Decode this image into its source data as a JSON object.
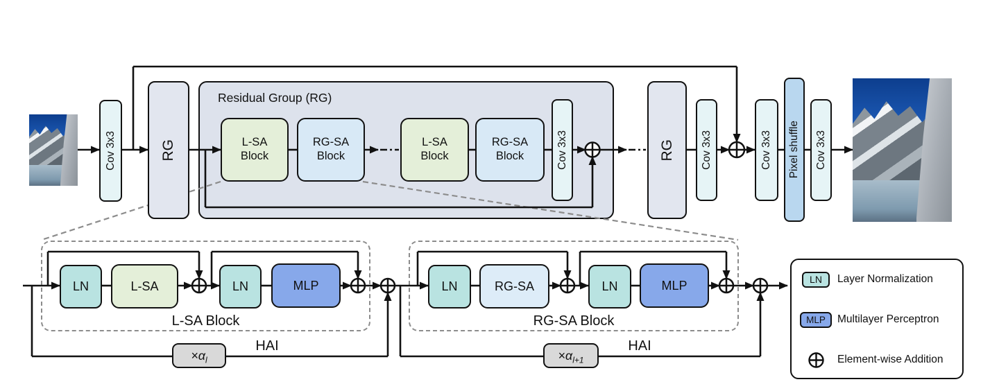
{
  "figure": {
    "conv_label": "Cov 3x3",
    "rg_label": "RG",
    "group_title": "Residual Group (RG)",
    "lsa_block_label": "L-SA\nBlock",
    "rgsa_block_label": "RG-SA\nBlock",
    "pixel_shuffle_label": "Pixel shuffle"
  },
  "lsa_detail": {
    "ln1": "LN",
    "core": "L-SA",
    "ln2": "LN",
    "mlp": "MLP",
    "title": "L-SA Block",
    "alpha_prefix": "×α",
    "alpha_sub": "l",
    "hai_label": "HAI"
  },
  "rgsa_detail": {
    "ln1": "LN",
    "core": "RG-SA",
    "ln2": "LN",
    "mlp": "MLP",
    "title": "RG-SA Block",
    "alpha_prefix": "×α",
    "alpha_sub": "l+1",
    "hai_label": "HAI"
  },
  "legend": {
    "items": [
      {
        "chip": "LN",
        "label": "Layer Normalization"
      },
      {
        "chip": "MLP",
        "label": "Multilayer Perceptron"
      },
      {
        "chip": "⊕",
        "label": "Element-wise Addition"
      }
    ]
  },
  "colors": {
    "conv": "#e6f4f6",
    "rg": "#e2e6ef",
    "group": "#dde2ec",
    "lsa": "#e4efd9",
    "rgsa": "#d8e9f6",
    "pixel_shuffle": "#b9d7ef",
    "ln": "#b9e3e1",
    "mlp": "#87a8ea",
    "alpha": "#d9d9d9",
    "line": "#111111",
    "dashed_gray": "#8c8c8c"
  }
}
